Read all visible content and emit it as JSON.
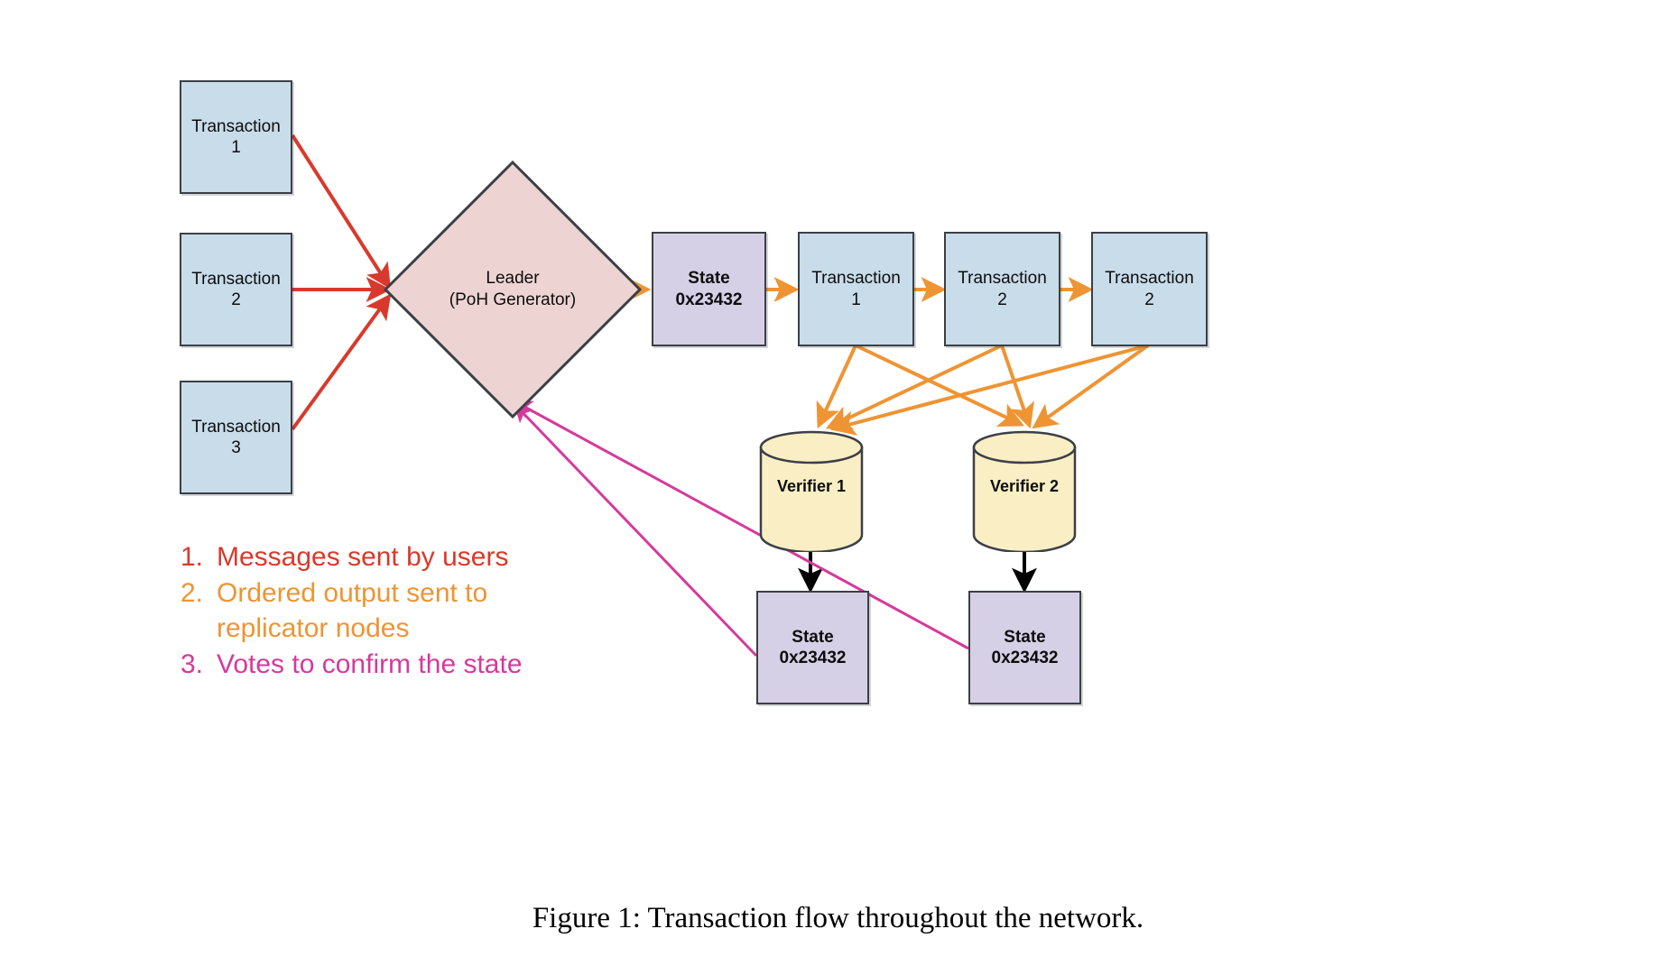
{
  "figure": {
    "caption": "Figure 1: Transaction flow throughout the network."
  },
  "colors": {
    "red": "#d9392c",
    "orange": "#ef9433",
    "pink": "#d6399c",
    "black": "#000000",
    "box_blue": "#c9dcea",
    "box_purple": "#d6d0e6",
    "diamond_pink": "#edd4d3",
    "cylinder_yellow": "#faeec4",
    "stroke": "#3b3f46"
  },
  "inputs": [
    {
      "line1": "Transaction",
      "line2": "1"
    },
    {
      "line1": "Transaction",
      "line2": "2"
    },
    {
      "line1": "Transaction",
      "line2": "3"
    }
  ],
  "leader": {
    "line1": "Leader",
    "line2": "(PoH Generator)"
  },
  "ledger": [
    {
      "line1": "State",
      "line2": "0x23432",
      "kind": "state"
    },
    {
      "line1": "Transaction",
      "line2": "1",
      "kind": "transaction"
    },
    {
      "line1": "Transaction",
      "line2": "2",
      "kind": "transaction"
    },
    {
      "line1": "Transaction",
      "line2": "2",
      "kind": "transaction"
    }
  ],
  "verifiers": [
    {
      "label": "Verifier 1"
    },
    {
      "label": "Verifier 2"
    }
  ],
  "verifier_states": [
    {
      "line1": "State",
      "line2": "0x23432"
    },
    {
      "line1": "State",
      "line2": "0x23432"
    }
  ],
  "legend": [
    {
      "num": "1.",
      "text": "Messages sent by users",
      "cont": ""
    },
    {
      "num": "2.",
      "text": "Ordered output sent to",
      "cont": "replicator nodes"
    },
    {
      "num": "3.",
      "text": "Votes to confirm the state",
      "cont": ""
    }
  ]
}
